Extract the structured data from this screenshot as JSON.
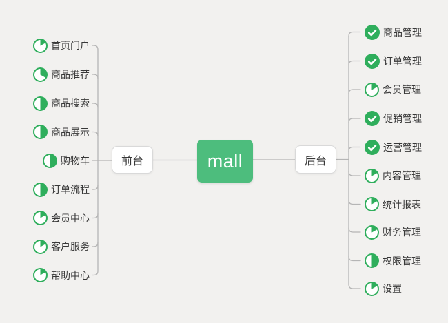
{
  "root": {
    "label": "mall"
  },
  "branches": [
    {
      "id": "frontend",
      "label": "前台",
      "side": "left",
      "items": [
        {
          "label": "首页门户",
          "progress": 17
        },
        {
          "label": "商品推荐",
          "progress": 33
        },
        {
          "label": "商品搜索",
          "progress": 50
        },
        {
          "label": "商品展示",
          "progress": 50
        },
        {
          "label": "购物车",
          "progress": 50
        },
        {
          "label": "订单流程",
          "progress": 50
        },
        {
          "label": "会员中心",
          "progress": 17
        },
        {
          "label": "客户服务",
          "progress": 17
        },
        {
          "label": "帮助中心",
          "progress": 17
        }
      ]
    },
    {
      "id": "backend",
      "label": "后台",
      "side": "right",
      "items": [
        {
          "label": "商品管理",
          "progress": 100
        },
        {
          "label": "订单管理",
          "progress": 100
        },
        {
          "label": "会员管理",
          "progress": 17
        },
        {
          "label": "促销管理",
          "progress": 100
        },
        {
          "label": "运营管理",
          "progress": 100
        },
        {
          "label": "内容管理",
          "progress": 17
        },
        {
          "label": "统计报表",
          "progress": 17
        },
        {
          "label": "财务管理",
          "progress": 17
        },
        {
          "label": "权限管理",
          "progress": 50
        },
        {
          "label": "设置",
          "progress": 17
        }
      ]
    }
  ],
  "colors": {
    "accent_green": "#2fae5c",
    "root_green": "#4dbd7d",
    "line_gray": "#b5b5b5",
    "text_dark": "#383838",
    "background": "#f2f1ef"
  }
}
